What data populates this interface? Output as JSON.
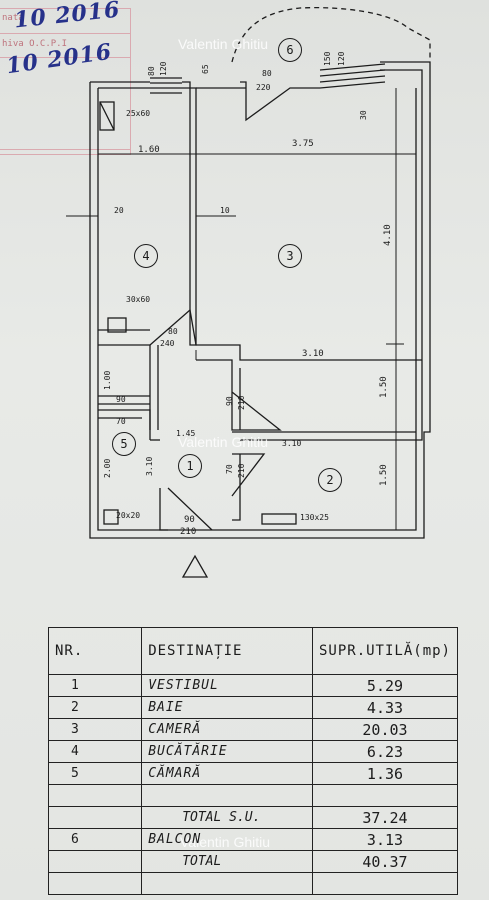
{
  "stamp": {
    "line1": "nata",
    "line2": "hiva O.C.P.I"
  },
  "handwriting": {
    "line1": "10 2016",
    "line2": "10 2016"
  },
  "watermarks": [
    "Valentin Ghitiu",
    "Valentin Ghitiu",
    "Valentin Ghitiu"
  ],
  "rooms": {
    "r1": "1",
    "r2": "2",
    "r3": "3",
    "r4": "4",
    "r5": "5",
    "r6": "6"
  },
  "dims": {
    "d_80a": "80",
    "d_120a": "120",
    "d_65": "65",
    "d_80b": "80",
    "d_220": "220",
    "d_150": "150",
    "d_120b": "120",
    "d_30": "30",
    "d_25x60": "25x60",
    "d_160": "1.60",
    "d_375": "3.75",
    "d_20": "20",
    "d_10": "10",
    "d_410": "4.10",
    "d_30x60": "30x60",
    "d_80c": "80",
    "d_240": "240",
    "d_310a": "3.10",
    "d_100": "1.00",
    "d_90a": "90",
    "d_90b": "90",
    "d_210a": "210",
    "d_150b": "1.50",
    "d_70a": "70",
    "d_145": "1.45",
    "d_310b": "3.10",
    "d_200": "2.00",
    "d_310c": "3.10",
    "d_70b": "70",
    "d_210b": "210",
    "d_150c": "1.50",
    "d_20x20": "20x20",
    "d_90c": "90",
    "d_210c": "210",
    "d_130x25": "130x25"
  },
  "table": {
    "headers": [
      "NR.",
      "DESTINAȚIE",
      "SUPR.UTILĂ(mp)"
    ],
    "rows": [
      {
        "nr": "1",
        "dest": "VESTIBUL",
        "val": "5.29"
      },
      {
        "nr": "2",
        "dest": "BAIE",
        "val": "4.33"
      },
      {
        "nr": "3",
        "dest": "CAMERĂ",
        "val": "20.03"
      },
      {
        "nr": "4",
        "dest": "BUCĂTĂRIE",
        "val": "6.23"
      },
      {
        "nr": "5",
        "dest": "CĂMARĂ",
        "val": "1.36"
      }
    ],
    "total_su_label": "TOTAL S.U.",
    "total_su_value": "37.24",
    "balcon_nr": "6",
    "balcon_label": "BALCON",
    "balcon_value": "3.13",
    "total_label": "TOTAL",
    "total_value": "40.37"
  }
}
